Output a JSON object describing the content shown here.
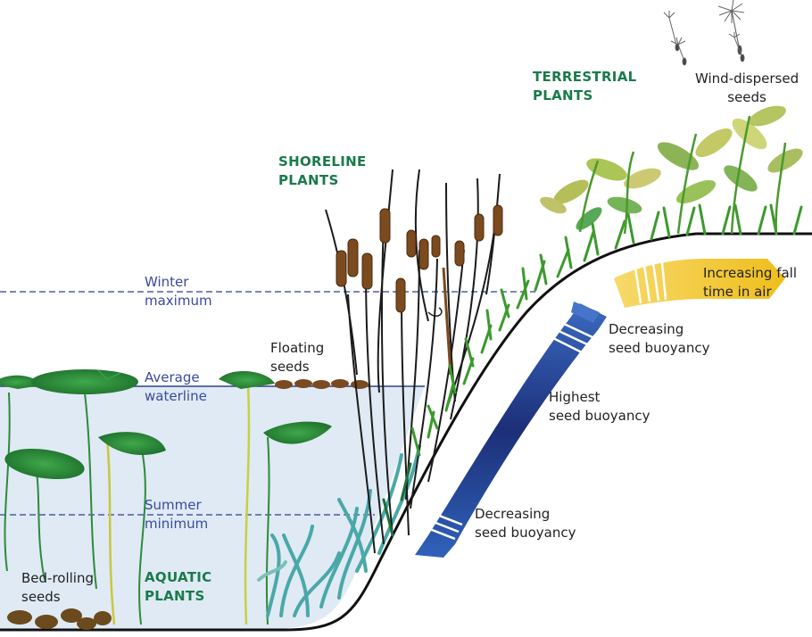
{
  "zones": {
    "terrestrial": [
      "TERRESTRIAL",
      "PLANTS"
    ],
    "shoreline": [
      "SHORELINE",
      "PLANTS"
    ],
    "aquatic": [
      "AQUATIC",
      "PLANTS"
    ]
  },
  "water_levels": {
    "winter_max": [
      "Winter",
      "maximum"
    ],
    "average": [
      "Average",
      "waterline"
    ],
    "summer_min": [
      "Summer",
      "minimum"
    ]
  },
  "seed_labels": {
    "wind": [
      "Wind-dispersed",
      "seeds"
    ],
    "floating": [
      "Floating",
      "seeds"
    ],
    "bed_rolling": [
      "Bed-rolling",
      "seeds"
    ]
  },
  "arrow_labels": {
    "fall_time": [
      "Increasing fall",
      "time in air"
    ],
    "buoyancy_top": [
      "Decreasing",
      "seed buoyancy"
    ],
    "buoyancy_mid": [
      "Highest",
      "seed buoyancy"
    ],
    "buoyancy_bottom": [
      "Decreasing",
      "seed buoyancy"
    ]
  },
  "colors": {
    "water": "#dde9f4",
    "zone_text": "#1a7a4a",
    "water_text": "#3a4a9a",
    "arrow_blue": "#2a4c9c",
    "arrow_yellow": "#f1c62e",
    "cattail": "#7b4a1e"
  }
}
